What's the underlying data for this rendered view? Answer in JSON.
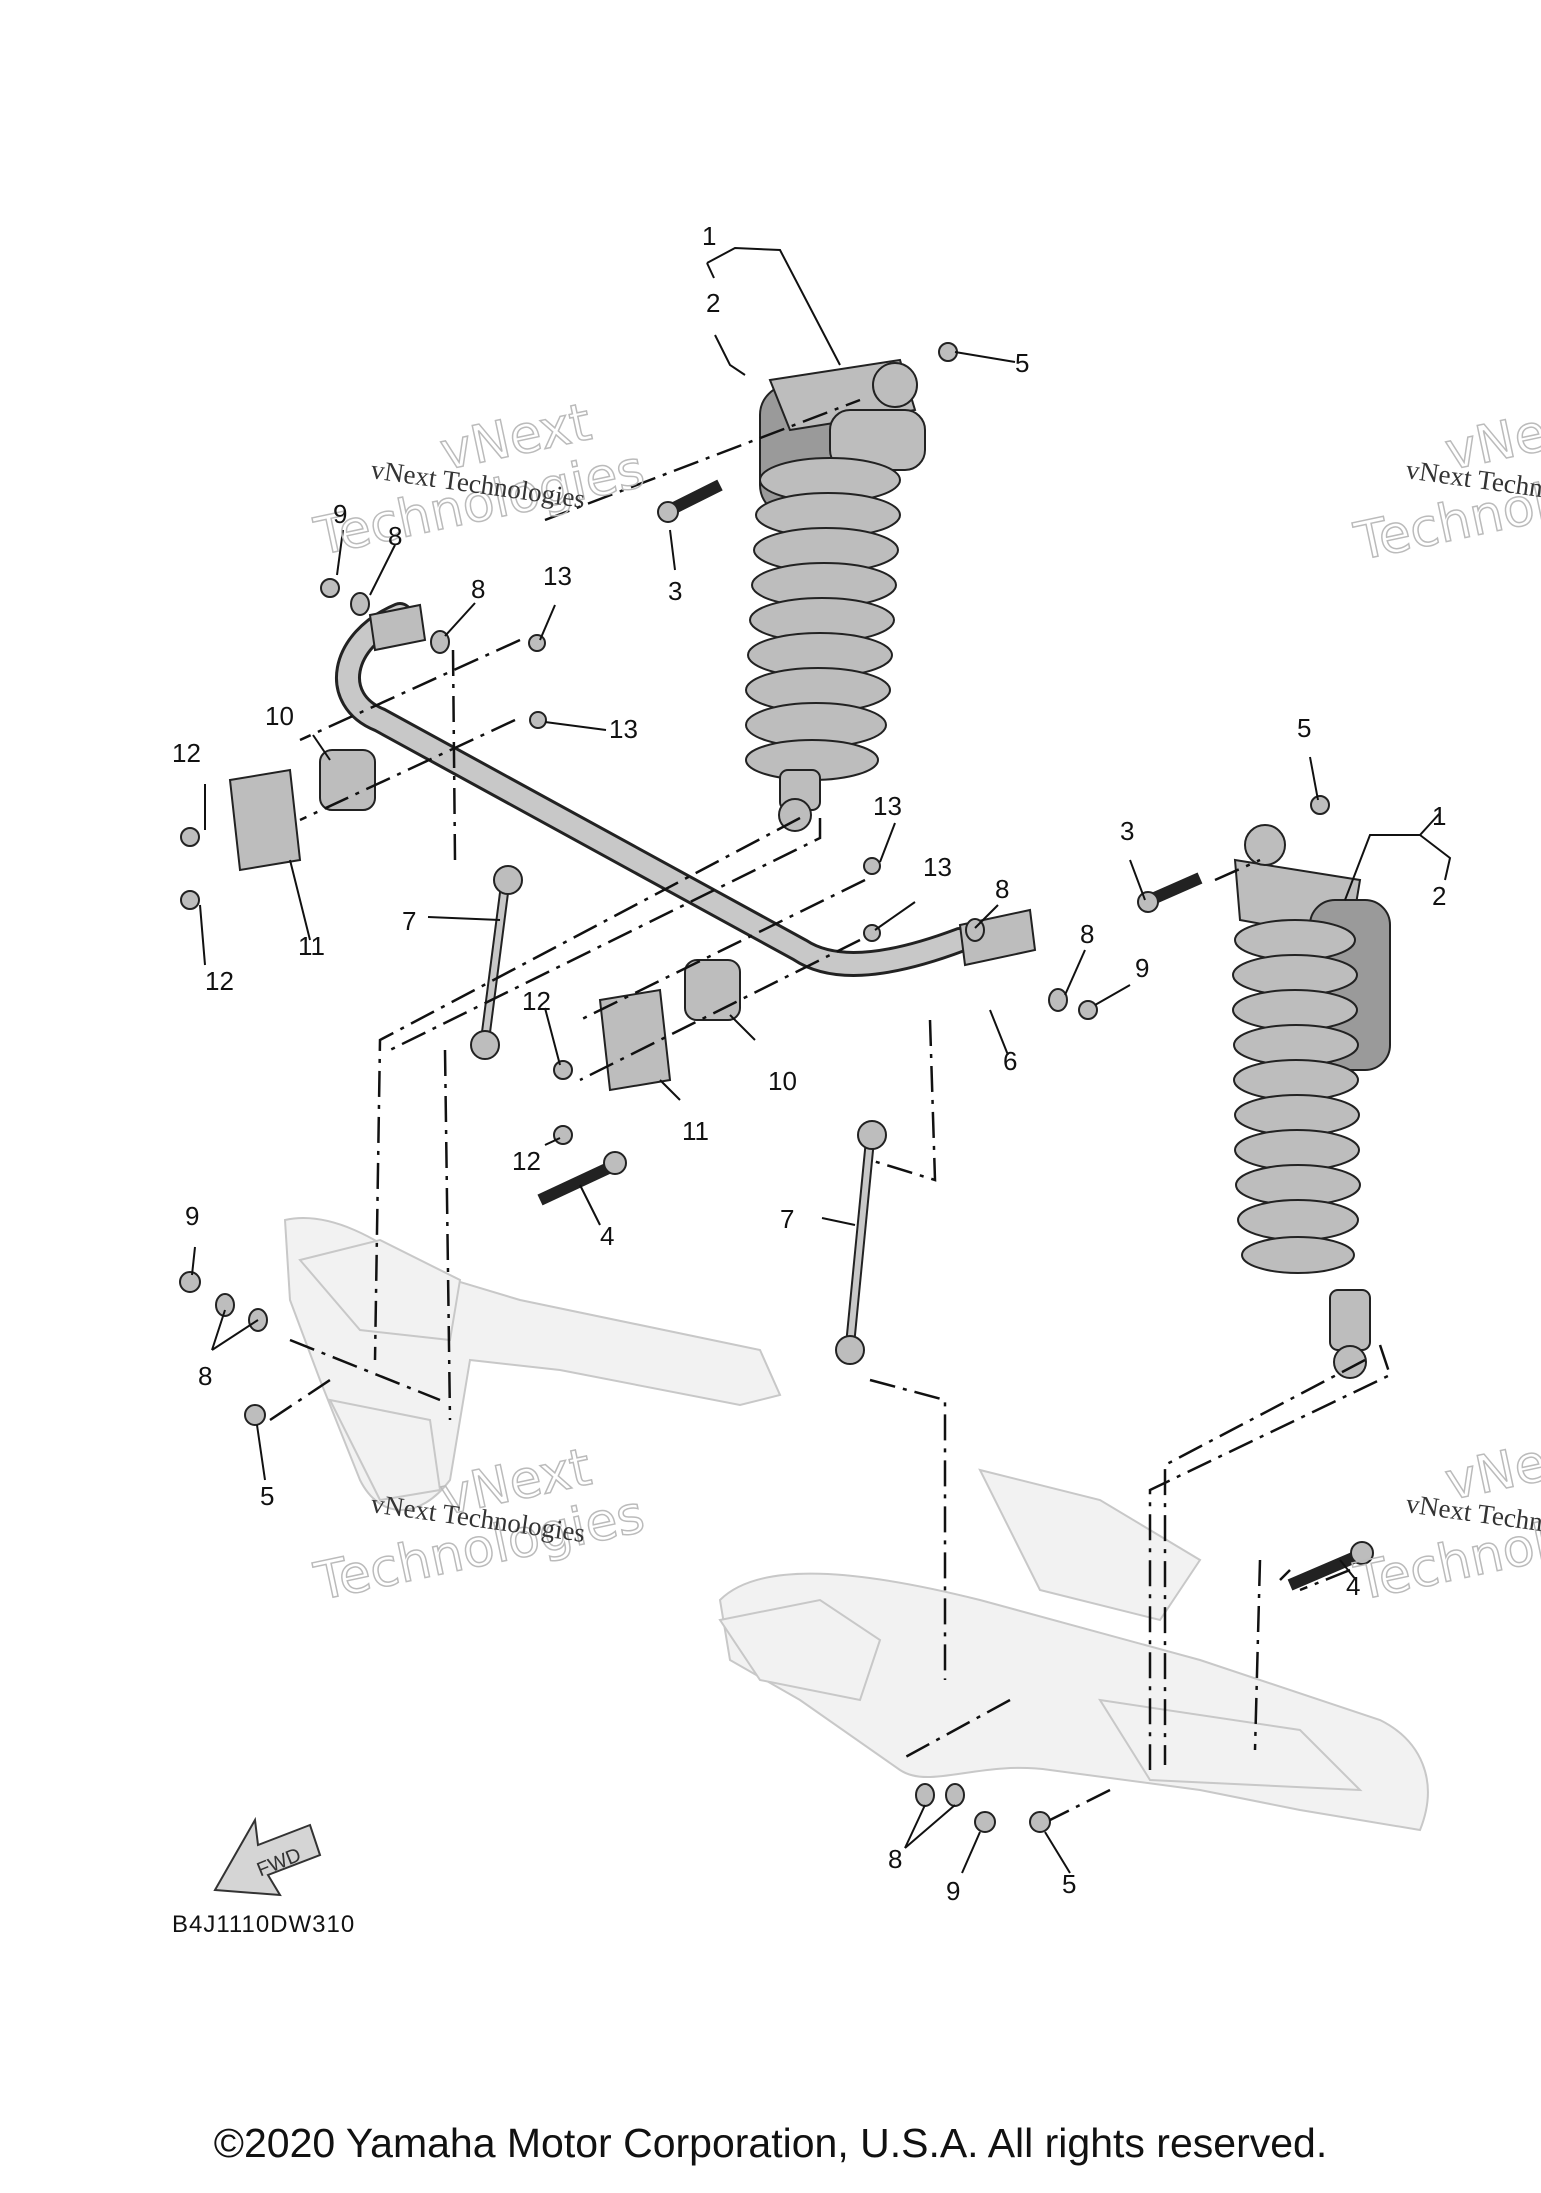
{
  "watermark": {
    "company": "vNext Technologies",
    "big_top": "vNext",
    "big_bottom": "Technologies"
  },
  "callouts": [
    {
      "id": "1a",
      "text": "1"
    },
    {
      "id": "2a",
      "text": "2"
    },
    {
      "id": "5a",
      "text": "5"
    },
    {
      "id": "3a",
      "text": "3"
    },
    {
      "id": "9a",
      "text": "9"
    },
    {
      "id": "8a",
      "text": "8"
    },
    {
      "id": "8b",
      "text": "8"
    },
    {
      "id": "13a",
      "text": "13"
    },
    {
      "id": "13b",
      "text": "13"
    },
    {
      "id": "10a",
      "text": "10"
    },
    {
      "id": "12a",
      "text": "12"
    },
    {
      "id": "12b",
      "text": "12"
    },
    {
      "id": "11a",
      "text": "11"
    },
    {
      "id": "7a",
      "text": "7"
    },
    {
      "id": "13c",
      "text": "13"
    },
    {
      "id": "13d",
      "text": "13"
    },
    {
      "id": "8c",
      "text": "8"
    },
    {
      "id": "8d",
      "text": "8"
    },
    {
      "id": "9b",
      "text": "9"
    },
    {
      "id": "6a",
      "text": "6"
    },
    {
      "id": "12c",
      "text": "12"
    },
    {
      "id": "10b",
      "text": "10"
    },
    {
      "id": "11b",
      "text": "11"
    },
    {
      "id": "12d",
      "text": "12"
    },
    {
      "id": "4a",
      "text": "4"
    },
    {
      "id": "5b",
      "text": "5"
    },
    {
      "id": "3b",
      "text": "3"
    },
    {
      "id": "1b",
      "text": "1"
    },
    {
      "id": "2b",
      "text": "2"
    },
    {
      "id": "7b",
      "text": "7"
    },
    {
      "id": "9c",
      "text": "9"
    },
    {
      "id": "8e",
      "text": "8"
    },
    {
      "id": "5c",
      "text": "5"
    },
    {
      "id": "4b",
      "text": "4"
    },
    {
      "id": "8f",
      "text": "8"
    },
    {
      "id": "9d",
      "text": "9"
    },
    {
      "id": "5d",
      "text": "5"
    }
  ],
  "fwd_label": "FWD",
  "diagram_code": "B4J1110DW310",
  "copyright": "©2020 Yamaha Motor Corporation, U.S.A. All rights reserved."
}
